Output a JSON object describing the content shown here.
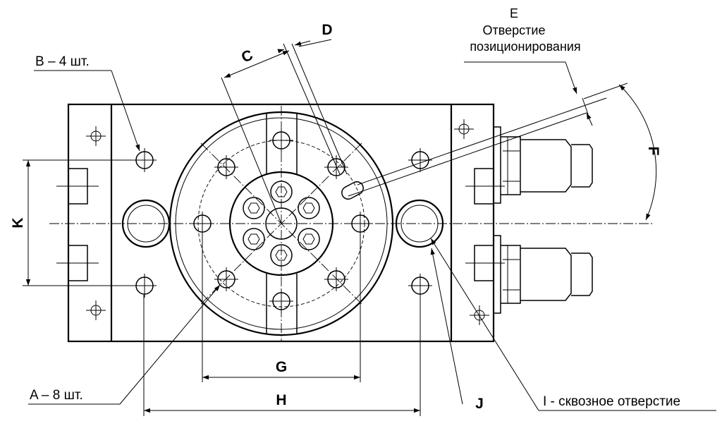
{
  "labels": {
    "a": "A – 8 шт.",
    "b": "B – 4 шт.",
    "c": "C",
    "d": "D",
    "e": "E",
    "e_line1": "Отверстие",
    "e_line2": "позиционирования",
    "f": "F",
    "g": "G",
    "h": "H",
    "i": "I - сквозное отверстие",
    "j": "J",
    "k": "K"
  }
}
